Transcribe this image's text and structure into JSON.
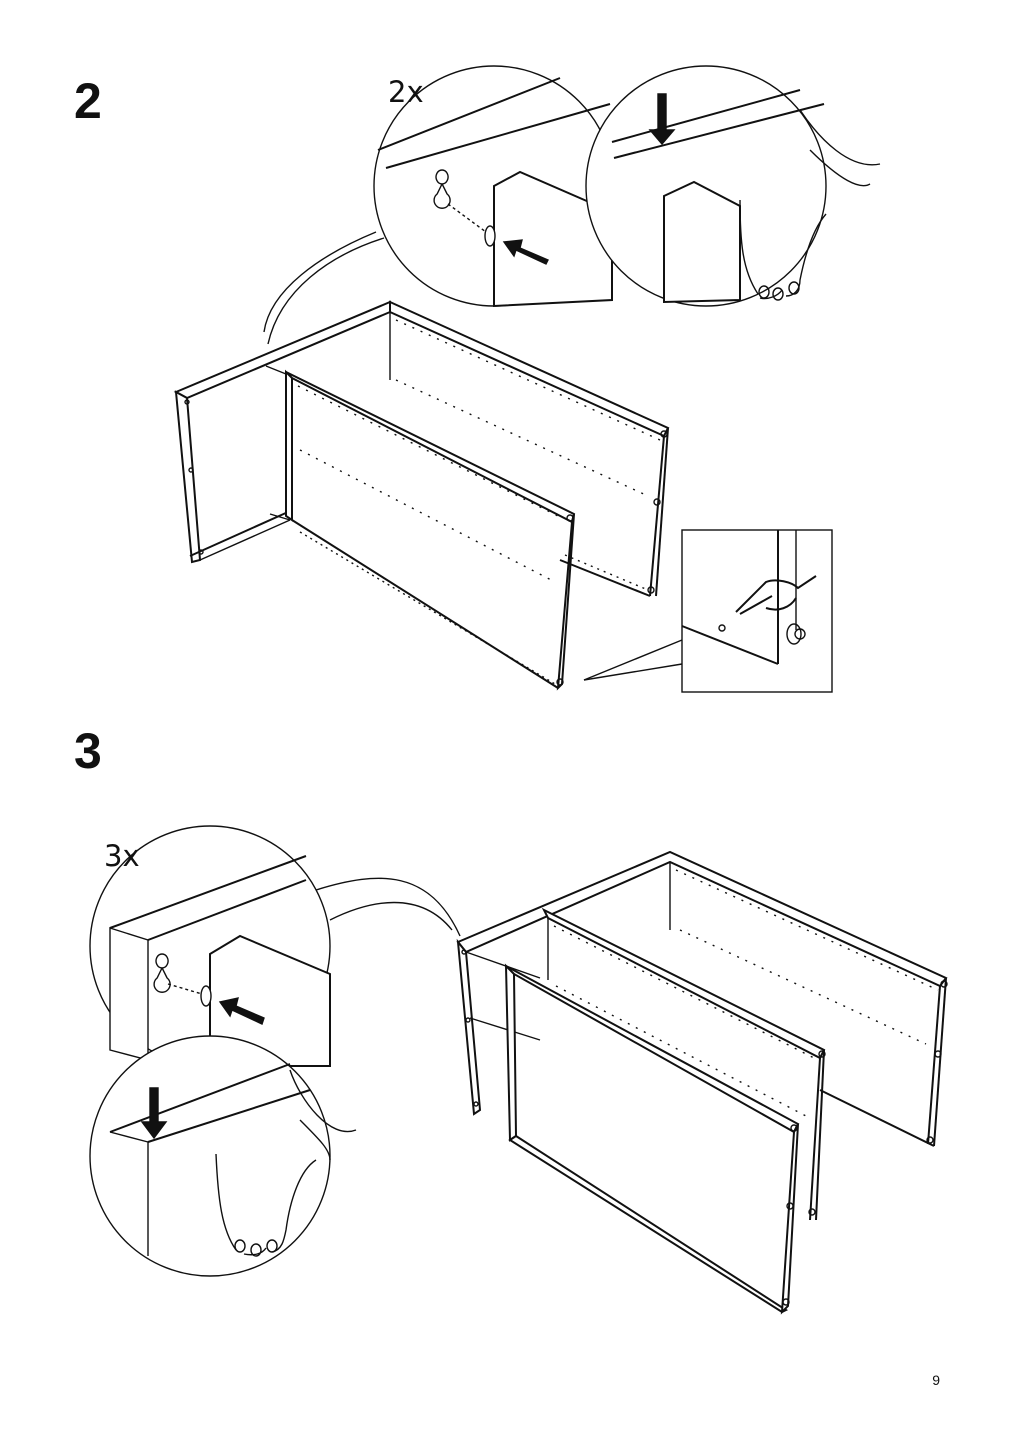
{
  "steps": [
    {
      "number": "2",
      "quantity": "2x"
    },
    {
      "number": "3",
      "quantity": "3x"
    }
  ],
  "page_number": "9",
  "icons": {
    "step2": [
      "magnified-keyhole-icon",
      "press-down-arrow-icon",
      "hand-icon",
      "push-arrow-icon",
      "finger-press-icon"
    ],
    "step3": [
      "magnified-keyhole-icon",
      "press-down-arrow-icon",
      "hand-icon",
      "push-arrow-icon"
    ]
  }
}
